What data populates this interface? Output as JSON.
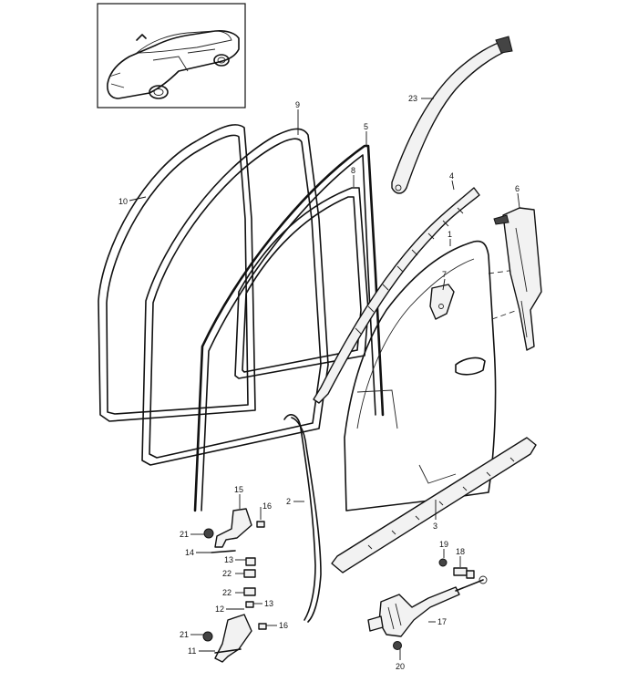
{
  "callouts": [
    {
      "id": "c1",
      "label": "1"
    },
    {
      "id": "c2",
      "label": "2"
    },
    {
      "id": "c3",
      "label": "3"
    },
    {
      "id": "c4",
      "label": "4"
    },
    {
      "id": "c5",
      "label": "5"
    },
    {
      "id": "c6",
      "label": "6"
    },
    {
      "id": "c7",
      "label": "7"
    },
    {
      "id": "c8",
      "label": "8"
    },
    {
      "id": "c9",
      "label": "9"
    },
    {
      "id": "c10",
      "label": "10"
    },
    {
      "id": "c11",
      "label": "11"
    },
    {
      "id": "c12",
      "label": "12"
    },
    {
      "id": "c13a",
      "label": "13"
    },
    {
      "id": "c13b",
      "label": "13"
    },
    {
      "id": "c14",
      "label": "14"
    },
    {
      "id": "c15",
      "label": "15"
    },
    {
      "id": "c16a",
      "label": "16"
    },
    {
      "id": "c16b",
      "label": "16"
    },
    {
      "id": "c17",
      "label": "17"
    },
    {
      "id": "c18",
      "label": "18"
    },
    {
      "id": "c19",
      "label": "19"
    },
    {
      "id": "c20",
      "label": "20"
    },
    {
      "id": "c21a",
      "label": "21"
    },
    {
      "id": "c21b",
      "label": "21"
    },
    {
      "id": "c22a",
      "label": "22"
    },
    {
      "id": "c22b",
      "label": "22"
    },
    {
      "id": "c23",
      "label": "23"
    }
  ]
}
